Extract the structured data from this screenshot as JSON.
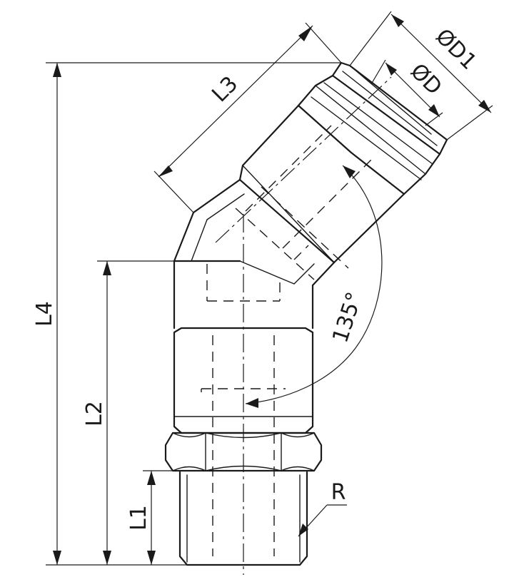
{
  "drawing": {
    "labels": {
      "d1": "ØD1",
      "d": "ØD",
      "l1": "L1",
      "l2": "L2",
      "l3": "L3",
      "l4": "L4",
      "r": "R",
      "angle": "135°"
    }
  }
}
